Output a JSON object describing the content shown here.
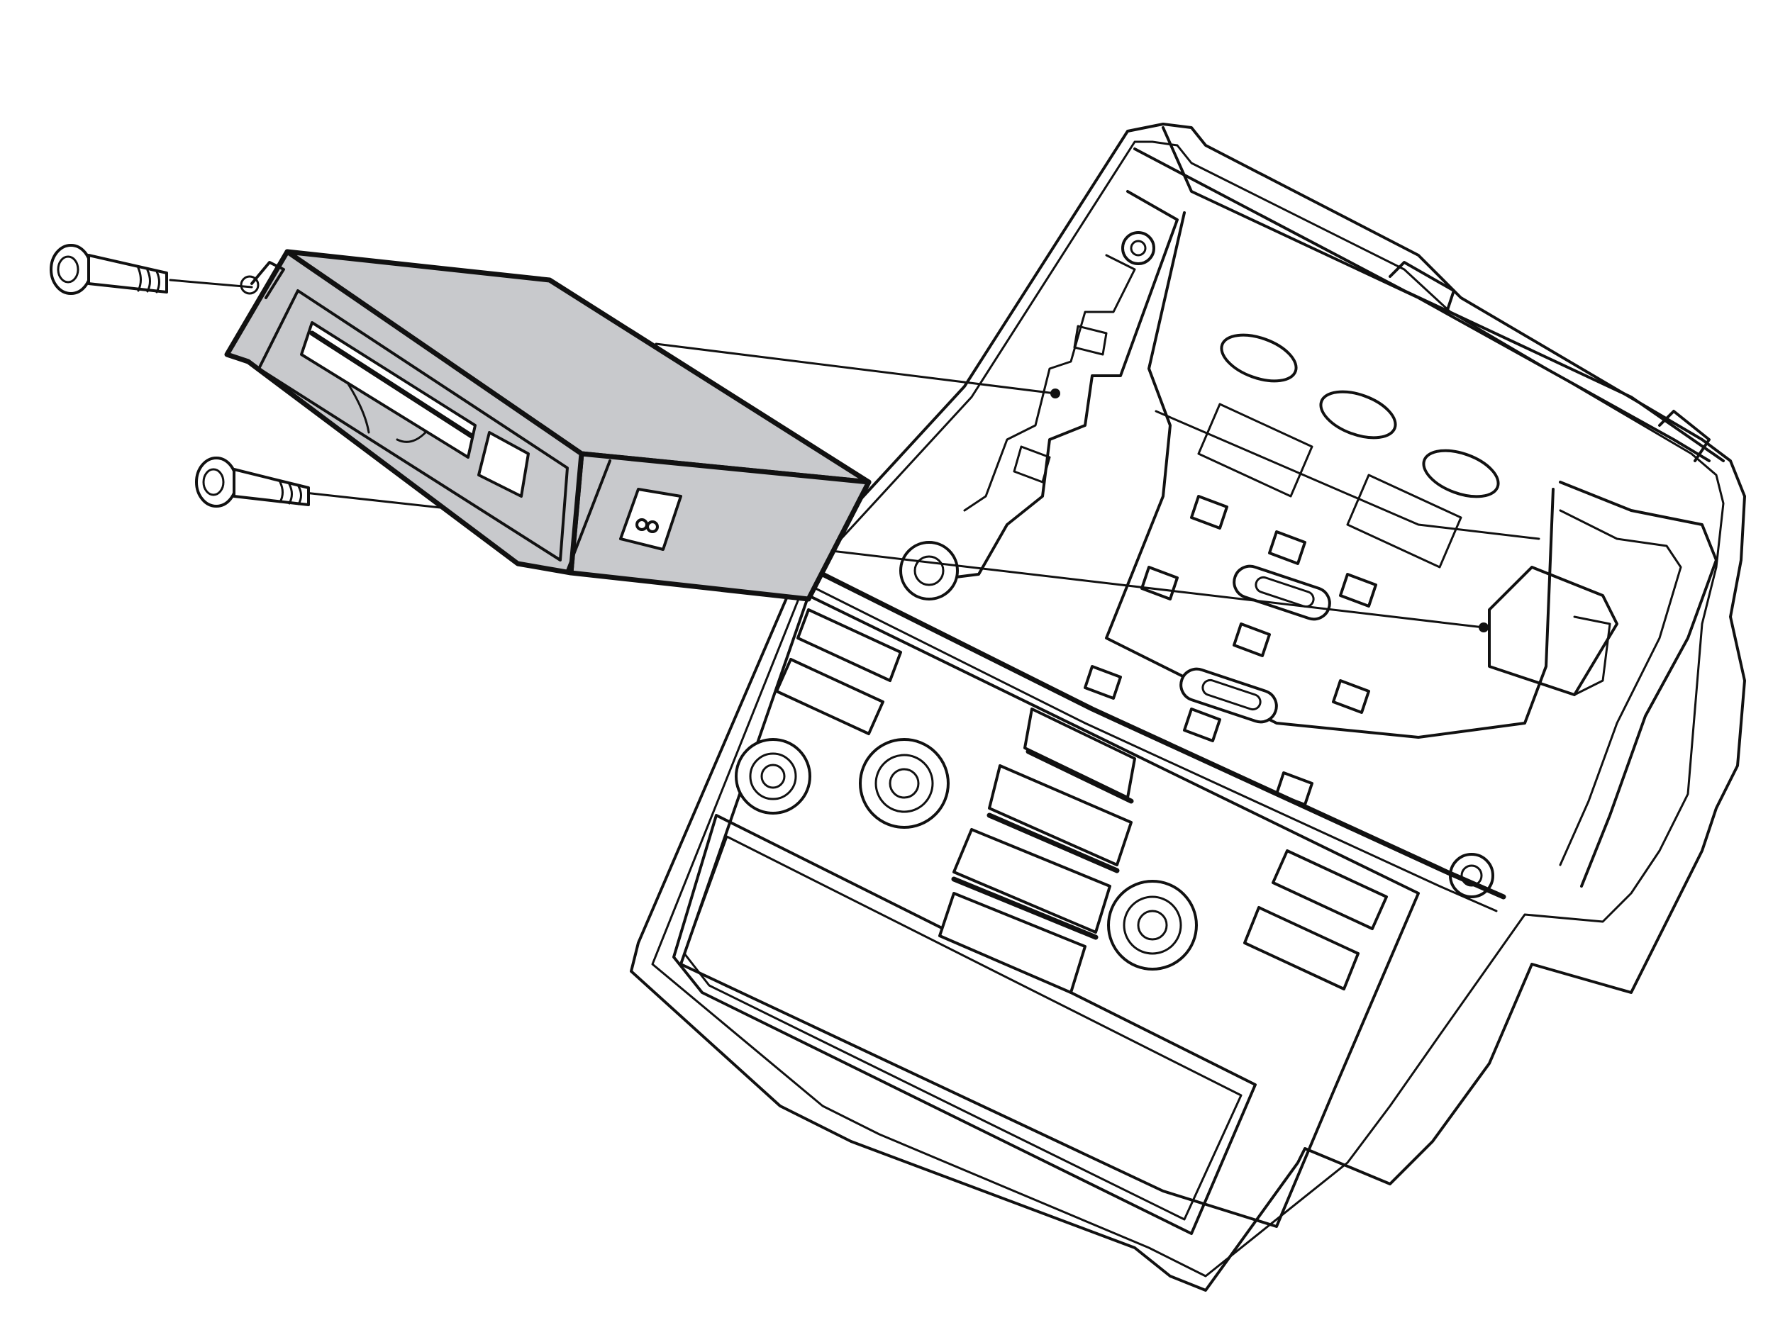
{
  "figure": {
    "type": "exploded-assembly-illustration",
    "parts": [
      "control-module",
      "mounting-screw",
      "mounting-screw",
      "center-console-panel"
    ],
    "colors": {
      "line": "#111111",
      "module_fill": "#c8c9cc",
      "background": "#ffffff"
    }
  }
}
